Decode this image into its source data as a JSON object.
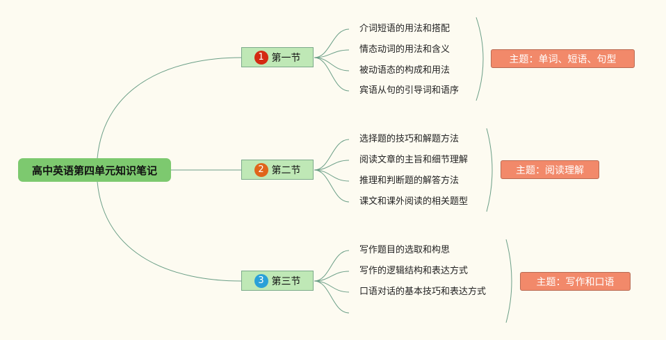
{
  "root": {
    "title": "高中英语第四单元知识笔记"
  },
  "colors": {
    "root": "#7dc96f",
    "section": "#bfe8b6",
    "theme": "#f2896a",
    "line": "#6a9e86"
  },
  "sections": [
    {
      "number": "1",
      "number_color": "#d42a12",
      "label": "第一节",
      "items": [
        "介词短语的用法和搭配",
        "情态动词的用法和含义",
        "被动语态的构成和用法",
        "宾语从句的引导词和语序"
      ],
      "theme": "主题：单词、短语、句型"
    },
    {
      "number": "2",
      "number_color": "#e0651a",
      "label": "第二节",
      "items": [
        "选择题的技巧和解题方法",
        "阅读文章的主旨和细节理解",
        "推理和判断题的解答方法",
        "课文和课外阅读的相关题型"
      ],
      "theme": "主题：阅读理解"
    },
    {
      "number": "3",
      "number_color": "#2aa0d8",
      "label": "第三节",
      "items": [
        "写作题目的选取和构思",
        "写作的逻辑结构和表达方式",
        "口语对话的基本技巧和表达方式",
        ""
      ],
      "theme": "主题：写作和口语"
    }
  ]
}
